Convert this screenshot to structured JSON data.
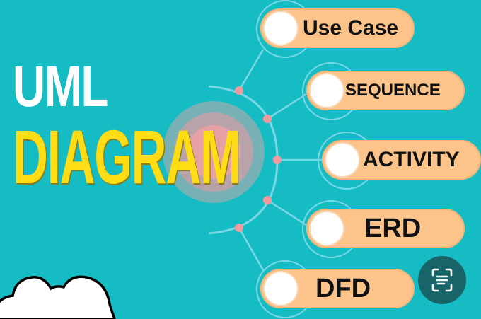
{
  "title": {
    "line1": "UML",
    "line2": "DIAGRAM"
  },
  "diagram_types": [
    {
      "label": "Use Case"
    },
    {
      "label": "SEQUENCE"
    },
    {
      "label": "ACTIVITY"
    },
    {
      "label": "ERD"
    },
    {
      "label": "DFD"
    }
  ],
  "icons": {
    "scan_button": "text-scan-icon",
    "cloud": "cloud-icon"
  },
  "colors": {
    "background": "#15bcc3",
    "title_primary": "#ffffff",
    "title_accent": "#ffdc14",
    "pill": "#fcc38a",
    "connector": "#7ad8e6",
    "junction": "#f29a9f",
    "scan_button": "#176569"
  }
}
